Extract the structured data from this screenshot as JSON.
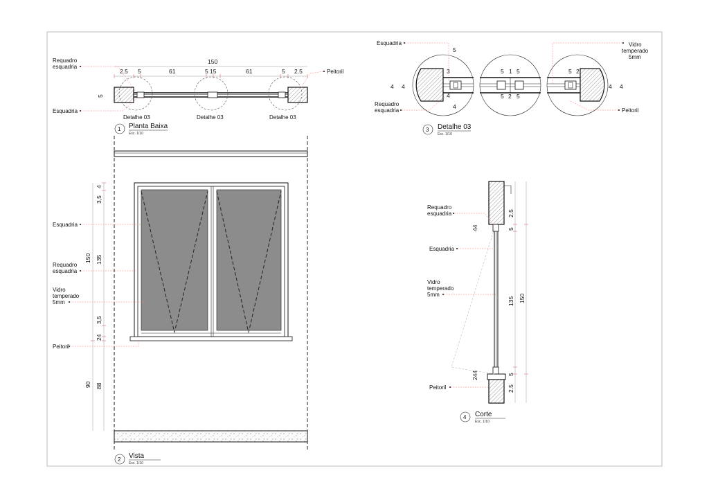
{
  "labels": {
    "requadro_esquadria": [
      "Requadro",
      "esquadria"
    ],
    "esquadria": "Esquadria",
    "peitoril": "Peitoril",
    "vidro_temperado": [
      "Vidro",
      "temperado",
      "5mm"
    ],
    "detalhe_03": "Detalhe 03"
  },
  "views": {
    "planta": {
      "number": "1",
      "title": "Planta Baixa",
      "scale": "Esc. 1/10"
    },
    "vista": {
      "number": "2",
      "title": "Vista",
      "scale": "Esc. 1/10"
    },
    "detalhe": {
      "number": "3",
      "title": "Detalhe 03",
      "scale": "Esc. 1/10"
    },
    "corte": {
      "number": "4",
      "title": "Corte",
      "scale": "Esc. 1/10"
    }
  },
  "planta_dims": {
    "overall": "150",
    "segments": [
      "2.5",
      "5",
      "61",
      "5",
      "15",
      "61",
      "5",
      "2.5"
    ],
    "depth": "5"
  },
  "detail_dims": {
    "top5": "5",
    "left": [
      "4",
      "4",
      "3",
      "4",
      "4"
    ],
    "middle": [
      "5",
      "1",
      "5",
      "5",
      "2",
      "5"
    ],
    "right": [
      "5",
      "2",
      "4",
      "4"
    ]
  },
  "vista_dims": {
    "left_outer": [
      "150",
      "90"
    ],
    "left_inner": [
      "4",
      "3,5",
      "135",
      "3,5",
      "24",
      "88"
    ]
  },
  "corte_dims": {
    "left": [
      "44",
      "244"
    ],
    "right_inner": [
      "2.5",
      "5",
      "135",
      "5",
      "2.5"
    ],
    "right_outer": "150"
  }
}
